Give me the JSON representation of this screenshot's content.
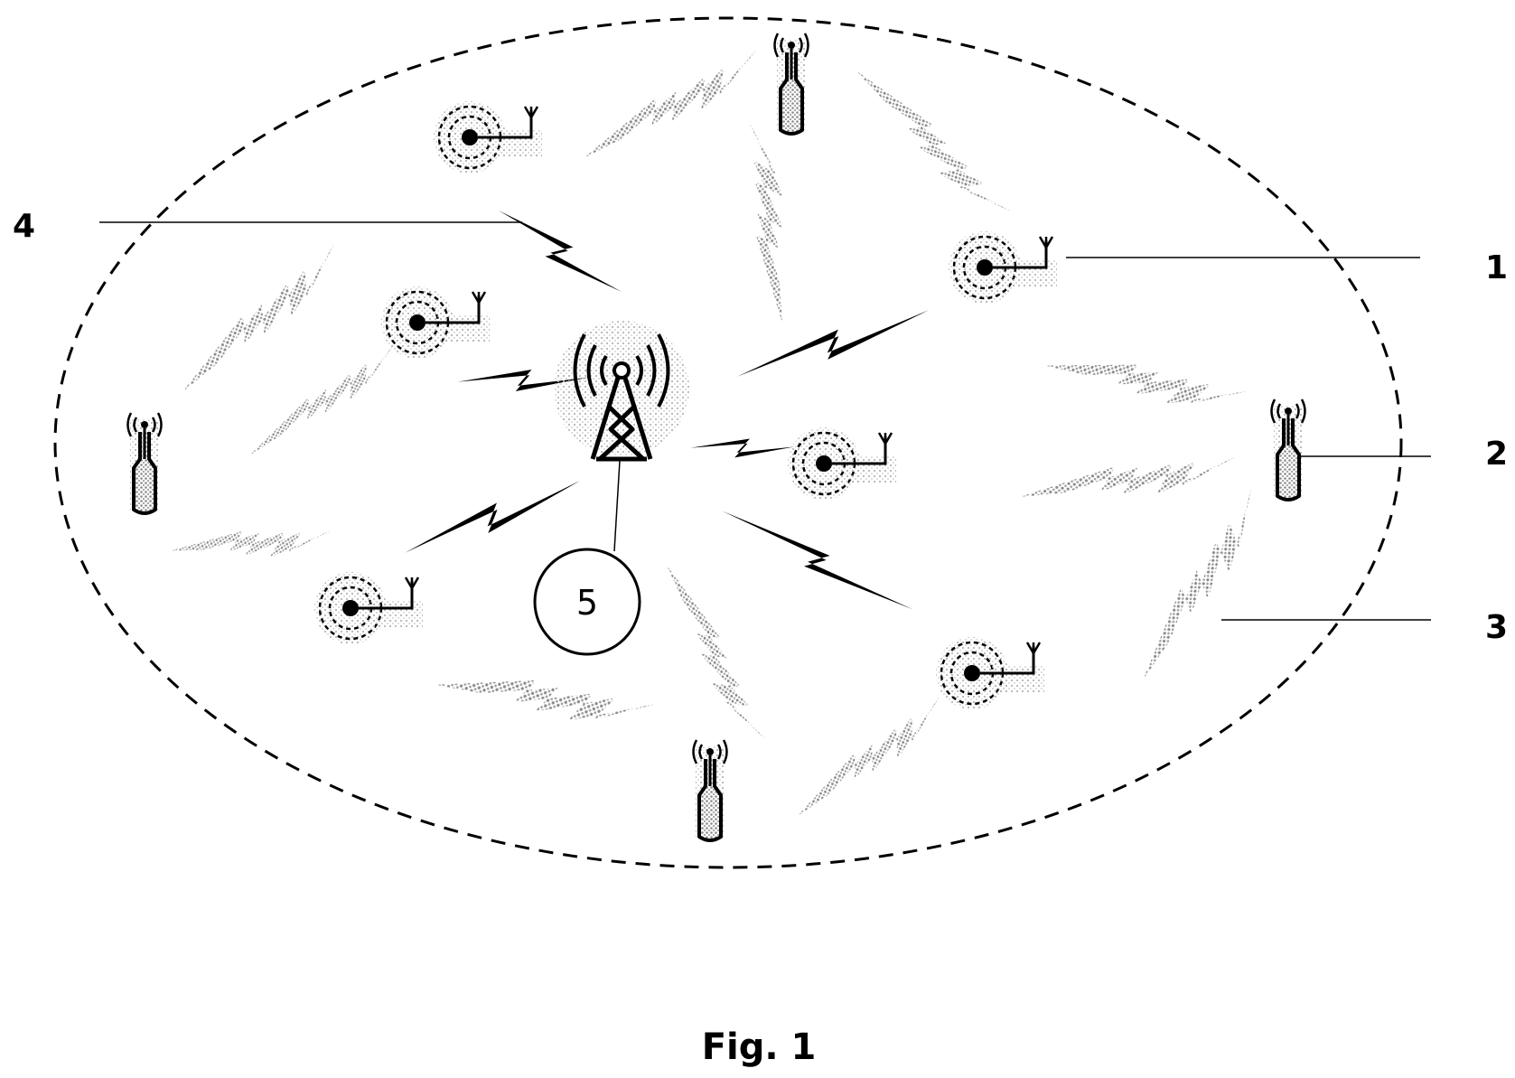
{
  "figure": {
    "caption": "Fig. 1"
  },
  "reference_numerals": {
    "one": "1",
    "two": "2",
    "three": "3",
    "four": "4",
    "five": "5"
  },
  "colors": {
    "ink": "#000000",
    "interference": "#b0b0b0",
    "background": "#ffffff"
  },
  "icons": {
    "central": "cell-tower-icon",
    "terminal": "sensor-node-icon",
    "remote": "remote-radio-icon",
    "link": "lightning-bolt-icon",
    "noise": "interference-bolt-icon"
  }
}
